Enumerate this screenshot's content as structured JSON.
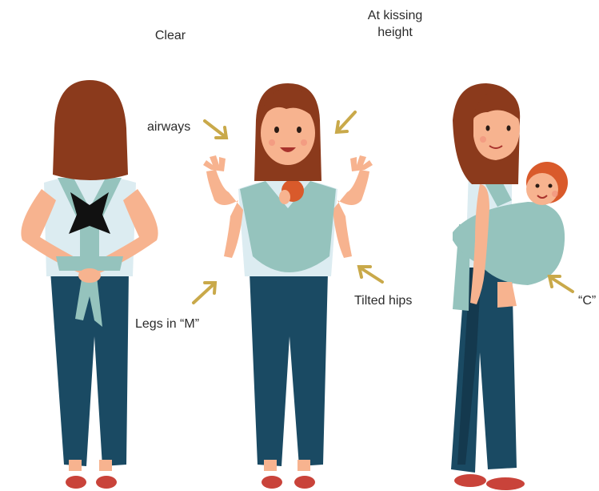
{
  "labels": {
    "clear": "Clear",
    "kissing_line1": "At kissing",
    "kissing_line2": "height",
    "airways": "airways",
    "legs": "Legs in “M”",
    "hips": "Tilted hips",
    "c_shape": "“C”"
  },
  "colors": {
    "hair": "#8b3a1c",
    "skin": "#f7b38f",
    "shirt": "#dcecf1",
    "wrap": "#95c3bd",
    "jeans": "#1a4a63",
    "shoes": "#c9433a",
    "arrow": "#c9a94a",
    "baby_hair": "#d95a2b"
  }
}
